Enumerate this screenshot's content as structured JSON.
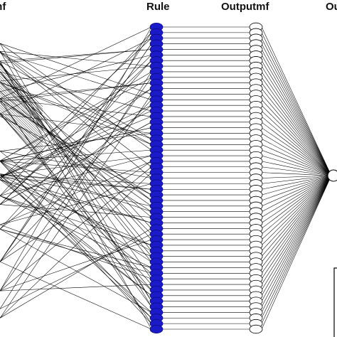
{
  "layer_labels": {
    "inputmf": "mf",
    "rule": "Rule",
    "outputmf": "Outputmf",
    "output": "Ou"
  },
  "network": {
    "rule_count": 55,
    "outputmf_count": 55,
    "rule_color": "#1a1ac8",
    "node_fill": "#ffffff",
    "line_color": "#000000"
  }
}
